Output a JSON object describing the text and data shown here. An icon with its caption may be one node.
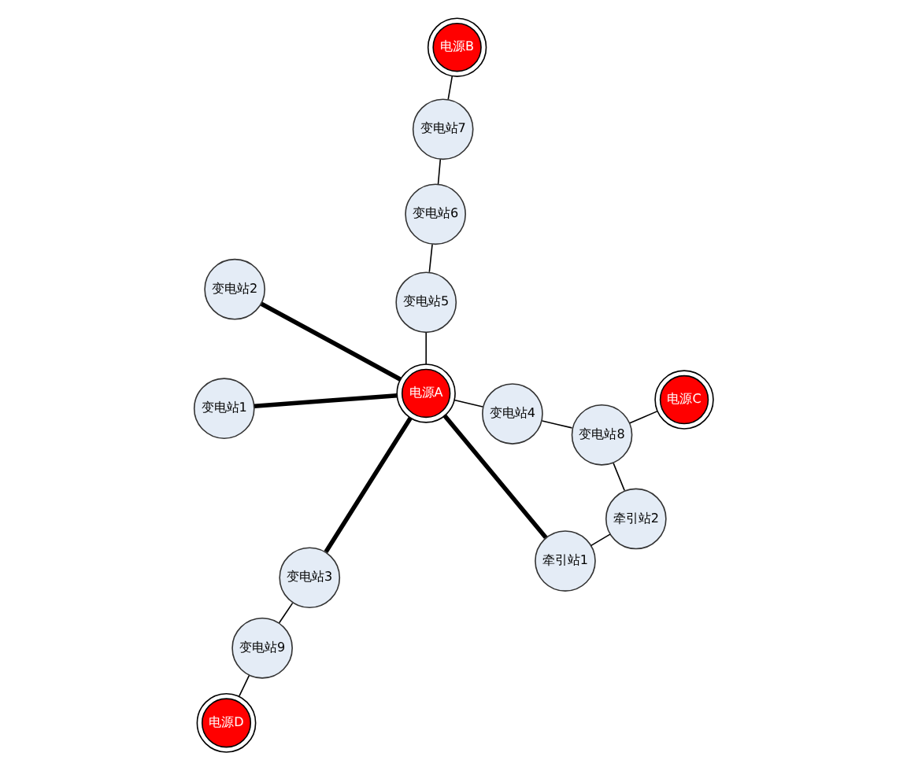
{
  "diagram": {
    "nodes": [
      {
        "text": [
          "变电站5"
        ]
      },
      {
        "text": [
          "变电站6"
        ]
      },
      {
        "text": [
          "变电站7"
        ]
      },
      {
        "text": [
          "牵引站1"
        ]
      },
      {
        "text": [
          "电源A"
        ]
      },
      {
        "text": [
          "变电站1"
        ]
      },
      {
        "text": [
          "电源B"
        ]
      },
      {
        "text": [
          "变电站2"
        ]
      },
      {
        "text": [
          "变电站3"
        ]
      },
      {
        "text": [
          "牵引站2"
        ]
      },
      {
        "text": [
          "变电站4"
        ]
      },
      {
        "text": [
          "变电站8"
        ]
      },
      {
        "text": [
          "变电站9"
        ]
      },
      {
        "text": [
          "电源D"
        ]
      },
      {
        "text": [
          "电源C"
        ]
      }
    ],
    "edges": [
      {
        "from": 4,
        "to": 3,
        "arrow": "none",
        "style": "thick"
      },
      {
        "from": 4,
        "to": 5,
        "arrow": "none",
        "style": "thick"
      },
      {
        "from": 4,
        "to": 7,
        "arrow": "none",
        "style": "thick"
      },
      {
        "from": 4,
        "to": 8,
        "arrow": "none",
        "style": "thick"
      },
      {
        "from": 4,
        "to": 0,
        "arrow": "none"
      },
      {
        "from": 0,
        "to": 1,
        "arrow": "none"
      },
      {
        "from": 1,
        "to": 2,
        "arrow": "none"
      },
      {
        "from": 2,
        "to": 6,
        "arrow": "none"
      },
      {
        "from": 4,
        "to": 10,
        "arrow": "none"
      },
      {
        "from": 10,
        "to": 11,
        "arrow": "none"
      },
      {
        "from": 3,
        "to": 9,
        "arrow": "none"
      },
      {
        "from": 9,
        "to": 11,
        "arrow": "none"
      },
      {
        "from": 11,
        "to": 14,
        "arrow": "none"
      },
      {
        "from": 8,
        "to": 12,
        "arrow": "none"
      },
      {
        "from": 12,
        "to": 13,
        "arrow": "none"
      }
    ]
  }
}
